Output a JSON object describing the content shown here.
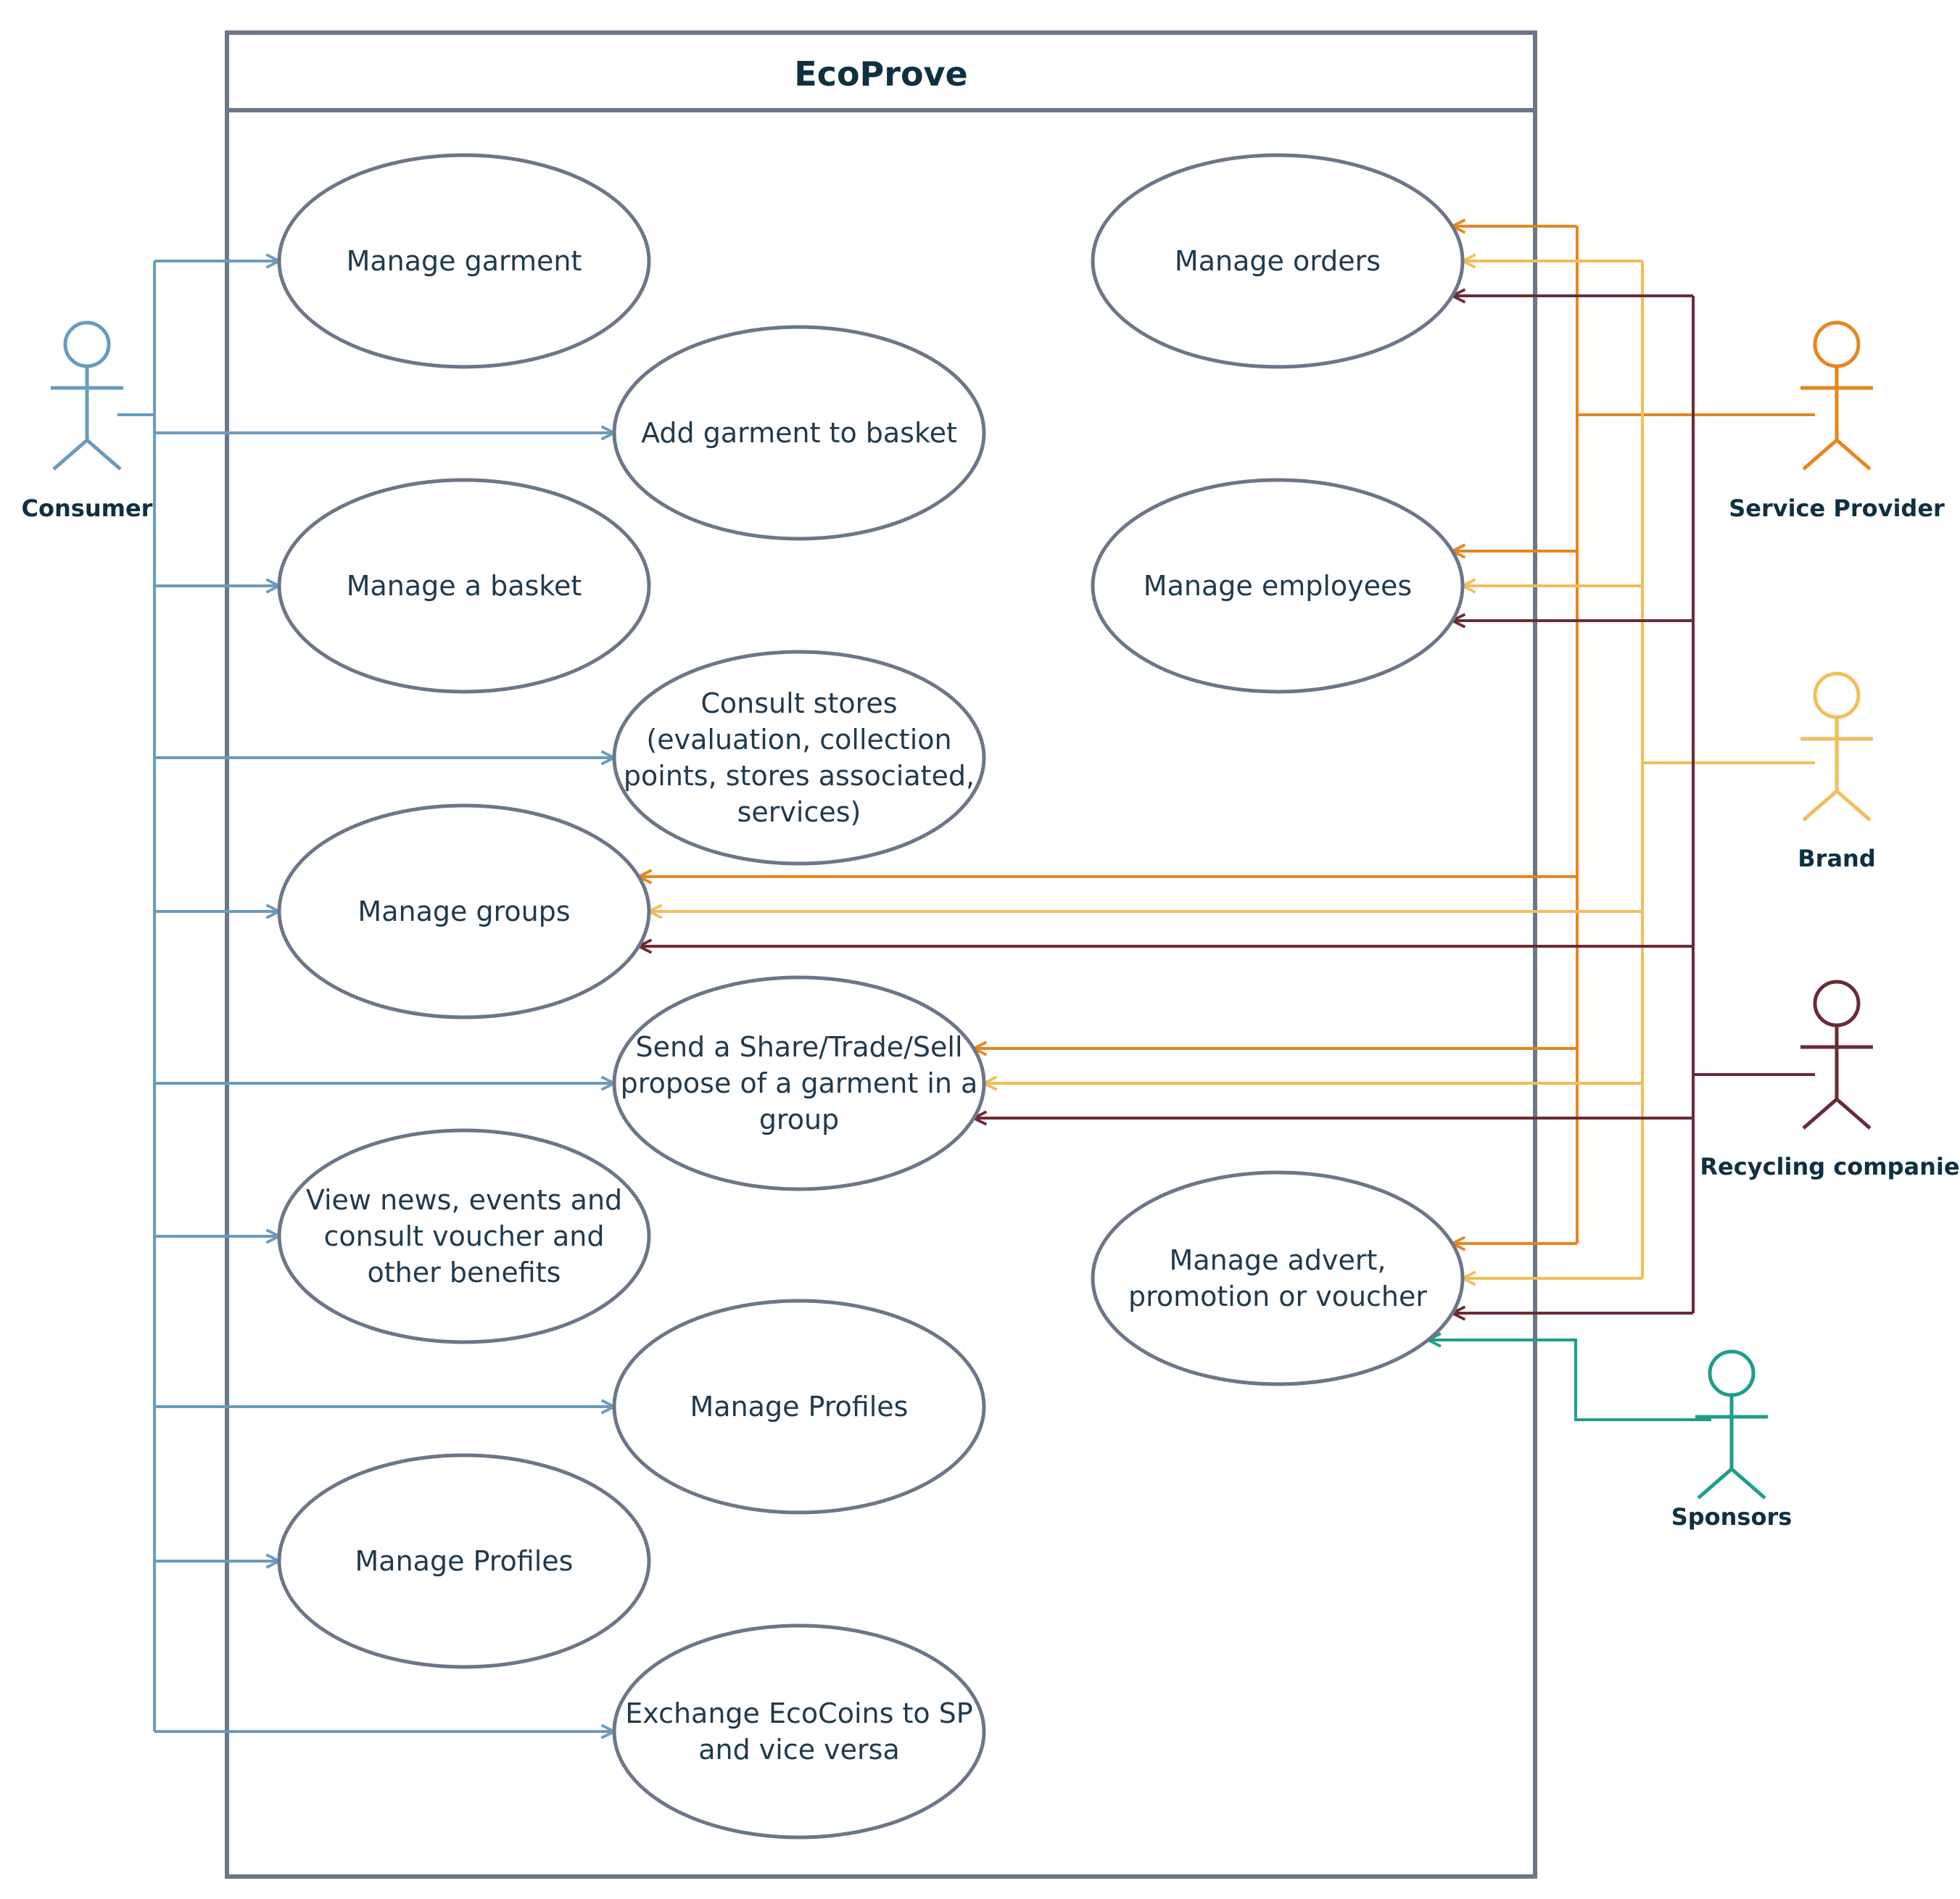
{
  "system": {
    "title": "EcoProve"
  },
  "actors": [
    {
      "id": "consumer",
      "label": "Consumer",
      "color": "#6a9bbd"
    },
    {
      "id": "service_provider",
      "label": "Service Provider",
      "color": "#e6861e"
    },
    {
      "id": "brand",
      "label": "Brand",
      "color": "#f2bd5a"
    },
    {
      "id": "recycling",
      "label": "Recycling companies",
      "color": "#6b2a35"
    },
    {
      "id": "sponsors",
      "label": "Sponsors",
      "color": "#1d9e8a"
    }
  ],
  "use_cases": [
    {
      "id": "manage_garment",
      "lines": [
        "Manage garment"
      ]
    },
    {
      "id": "add_to_basket",
      "lines": [
        "Add garment to basket"
      ]
    },
    {
      "id": "manage_basket",
      "lines": [
        "Manage a basket"
      ]
    },
    {
      "id": "consult_stores",
      "lines": [
        "Consult stores",
        "(evaluation, collection",
        "points, stores associated,",
        "services)"
      ]
    },
    {
      "id": "manage_groups",
      "lines": [
        "Manage groups"
      ]
    },
    {
      "id": "send_propose",
      "lines": [
        "Send a Share/Trade/Sell",
        "propose of a garment in a",
        "group"
      ]
    },
    {
      "id": "view_news",
      "lines": [
        "View news, events and",
        "consult voucher and",
        "other benefits"
      ]
    },
    {
      "id": "manage_profiles_1",
      "lines": [
        "Manage Profiles"
      ]
    },
    {
      "id": "manage_profiles_2",
      "lines": [
        "Manage Profiles"
      ]
    },
    {
      "id": "exchange_ecocoins",
      "lines": [
        "Exchange EcoCoins to SP",
        "and vice versa"
      ]
    },
    {
      "id": "manage_orders",
      "lines": [
        "Manage orders"
      ]
    },
    {
      "id": "manage_employees",
      "lines": [
        "Manage employees"
      ]
    },
    {
      "id": "manage_advert",
      "lines": [
        "Manage advert,",
        "promotion or voucher"
      ]
    }
  ],
  "associations": [
    {
      "actor": "consumer",
      "targets": [
        "manage_garment",
        "add_to_basket",
        "manage_basket",
        "consult_stores",
        "manage_groups",
        "send_propose",
        "view_news",
        "manage_profiles_1",
        "manage_profiles_2",
        "exchange_ecocoins"
      ]
    },
    {
      "actor": "service_provider",
      "targets": [
        "manage_orders",
        "manage_employees",
        "manage_groups",
        "send_propose",
        "manage_advert"
      ]
    },
    {
      "actor": "brand",
      "targets": [
        "manage_orders",
        "manage_employees",
        "manage_groups",
        "send_propose",
        "manage_advert"
      ]
    },
    {
      "actor": "recycling",
      "targets": [
        "manage_orders",
        "manage_employees",
        "manage_groups",
        "send_propose",
        "manage_advert"
      ]
    },
    {
      "actor": "sponsors",
      "targets": [
        "manage_advert"
      ]
    }
  ]
}
